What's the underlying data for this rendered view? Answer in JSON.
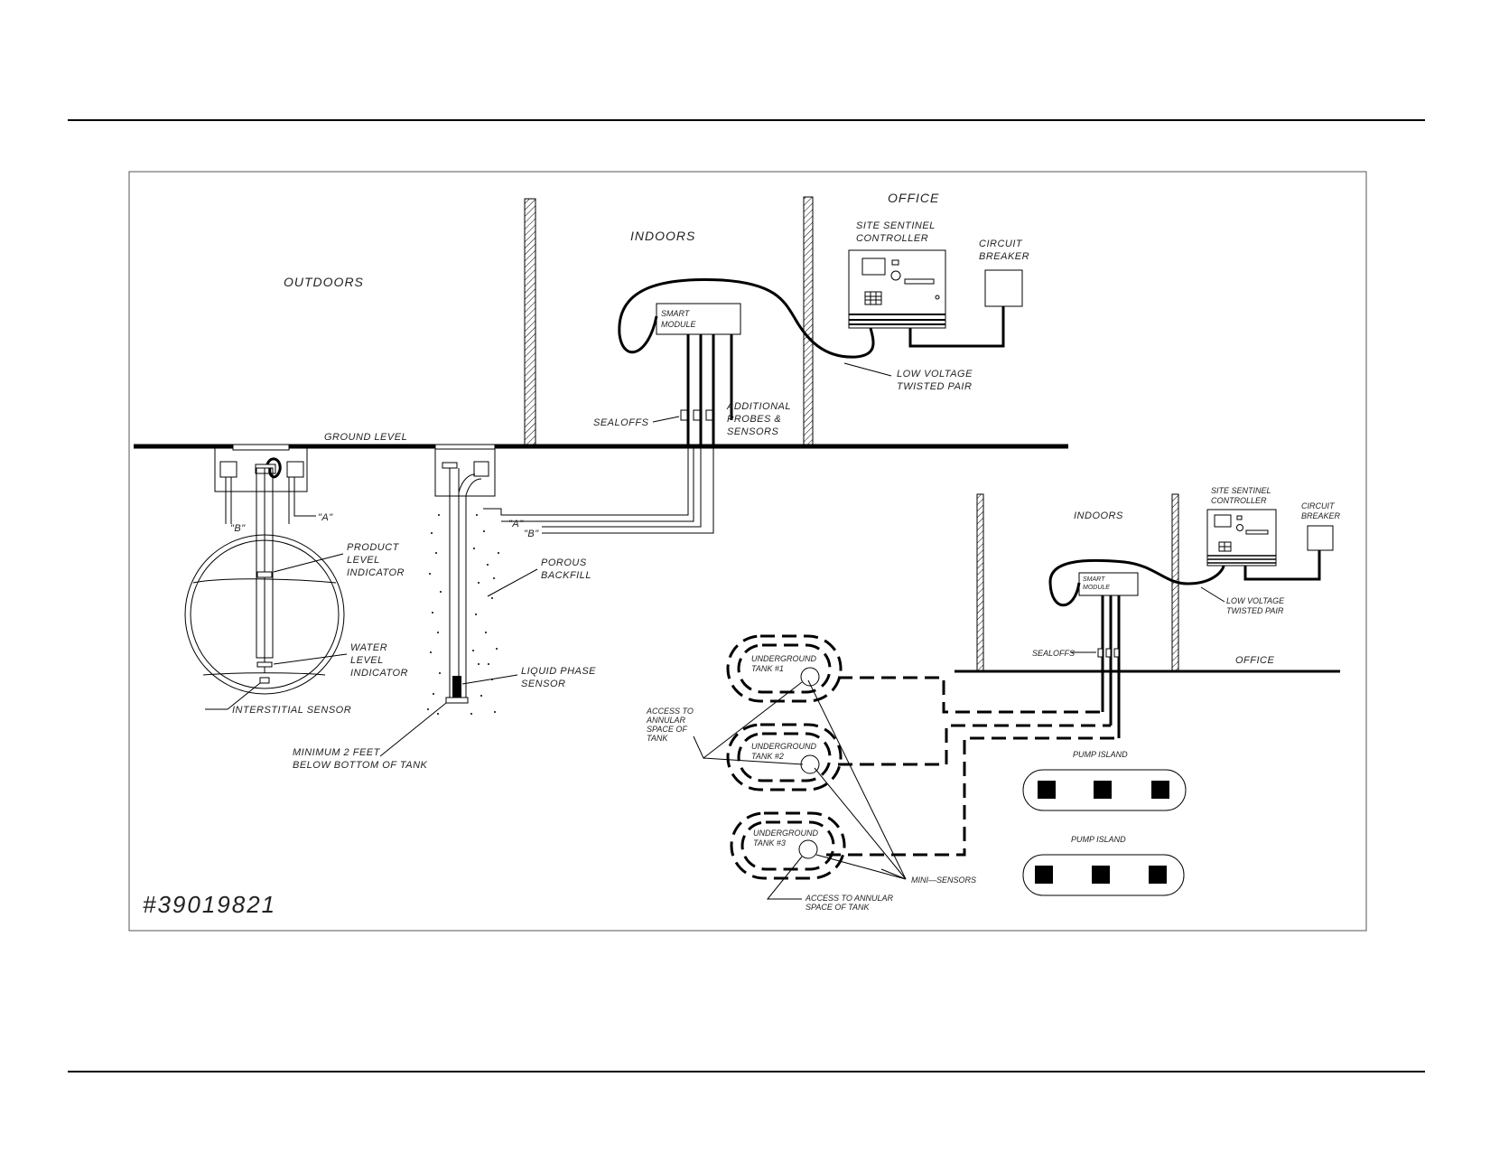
{
  "drawing": {
    "reference_number": "#39019821"
  },
  "left_section": {
    "outdoors": "OUTDOORS",
    "indoors": "INDOORS",
    "office": "OFFICE",
    "controller_1": "SITE SENTINEL",
    "controller_2": "CONTROLLER",
    "breaker_1": "CIRCUIT",
    "breaker_2": "BREAKER",
    "smart_module_1": "SMART",
    "smart_module_2": "MODULE",
    "twisted_pair_1": "LOW VOLTAGE",
    "twisted_pair_2": "TWISTED PAIR",
    "sealoffs": "SEALOFFS",
    "additional_1": "ADDITIONAL",
    "additional_2": "PROBES &",
    "additional_3": "SENSORS",
    "ground_level": "GROUND LEVEL",
    "a_label": "\"A\"",
    "b_label": "\"B\"",
    "a_label_2": "\"A\"",
    "b_label_2": "\"B\"",
    "product_1": "PRODUCT",
    "product_2": "LEVEL",
    "product_3": "INDICATOR",
    "water_1": "WATER",
    "water_2": "LEVEL",
    "water_3": "INDICATOR",
    "interstitial": "INTERSTITIAL SENSOR",
    "porous_1": "POROUS",
    "porous_2": "BACKFILL",
    "liquid_1": "LIQUID PHASE",
    "liquid_2": "SENSOR",
    "minimum_1": "MINIMUM 2 FEET",
    "minimum_2": "BELOW BOTTOM OF TANK"
  },
  "right_section": {
    "indoors": "INDOORS",
    "office": "OFFICE",
    "controller_1": "SITE SENTINEL",
    "controller_2": "CONTROLLER",
    "breaker_1": "CIRCUIT",
    "breaker_2": "BREAKER",
    "smart_module_1": "SMART",
    "smart_module_2": "MODULE",
    "twisted_pair_1": "LOW VOLTAGE",
    "twisted_pair_2": "TWISTED PAIR",
    "sealoffs": "SEALOFFS",
    "tanks": [
      {
        "line1": "UNDERGROUND",
        "line2": "TANK #1"
      },
      {
        "line1": "UNDERGROUND",
        "line2": "TANK #2"
      },
      {
        "line1": "UNDERGROUND",
        "line2": "TANK #3"
      }
    ],
    "access_1": "ACCESS TO",
    "access_2": "ANNULAR",
    "access_3": "SPACE OF",
    "access_4": "TANK",
    "access_b1": "ACCESS TO ANNULAR",
    "access_b2": "SPACE OF TANK",
    "mini_sensors": "MINI—SENSORS",
    "pump_islands": [
      "PUMP ISLAND",
      "PUMP ISLAND"
    ]
  }
}
